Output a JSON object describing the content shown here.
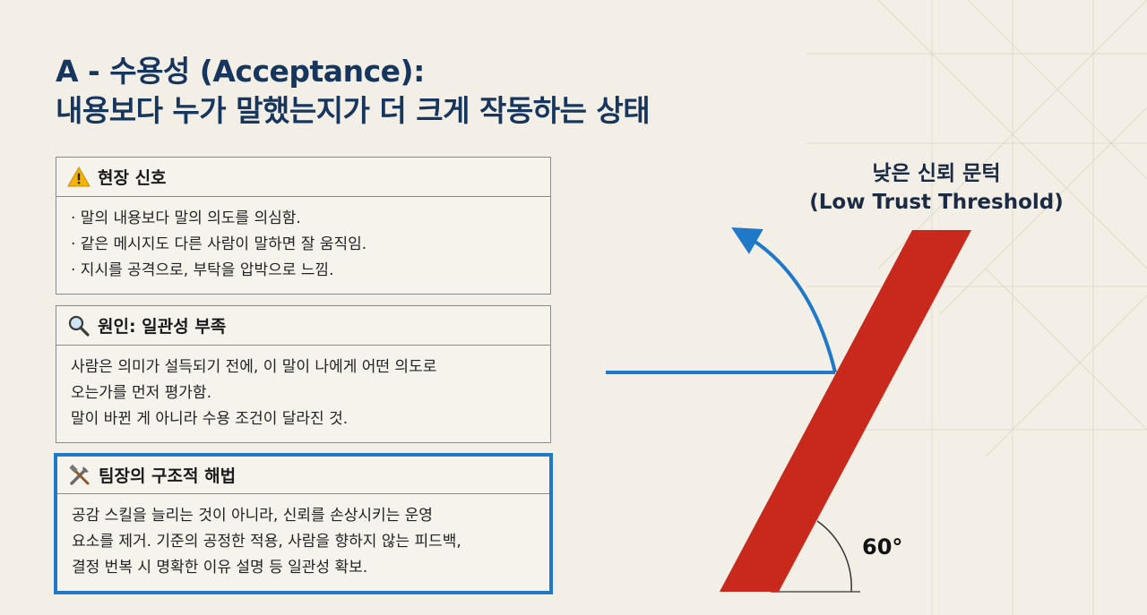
{
  "title": {
    "line1": "A - 수용성 (Acceptance):",
    "line2": "내용보다 누가 말했는지가 더 크게 작동하는 상태"
  },
  "cards": [
    {
      "header": "현장 신호",
      "icon": "warning-icon",
      "lines": [
        "· 말의 내용보다 말의 의도를 의심함.",
        "· 같은 메시지도 다른 사람이 말하면 잘 움직임.",
        "· 지시를 공격으로, 부탁을 압박으로 느낌."
      ]
    },
    {
      "header": "원인: 일관성 부족",
      "icon": "magnifier-icon",
      "lines": [
        "사람은 의미가 설득되기 전에, 이 말이 나에게 어떤 의도로",
        "오는가를 먼저 평가함.",
        "말이 바뀐 게 아니라 수용 조건이 달라진 것."
      ]
    },
    {
      "header": "팀장의 구조적 해법",
      "icon": "tools-icon",
      "lines": [
        "공감 스킬을 늘리는 것이 아니라, 신뢰를 손상시키는 운영",
        "요소를 제거. 기준의 공정한 적용, 사람을 향하지 않는 피드백,",
        "결정 번복 시 명확한 이유 설명 등 일관성 확보."
      ]
    }
  ],
  "diagram": {
    "label_line1": "낮은 신뢰 문턱",
    "label_line2": "(Low Trust Threshold)",
    "angle_label": "60°",
    "colors": {
      "bar": "#c8291c",
      "arrow": "#1f78c8",
      "title": "#17365d"
    }
  }
}
